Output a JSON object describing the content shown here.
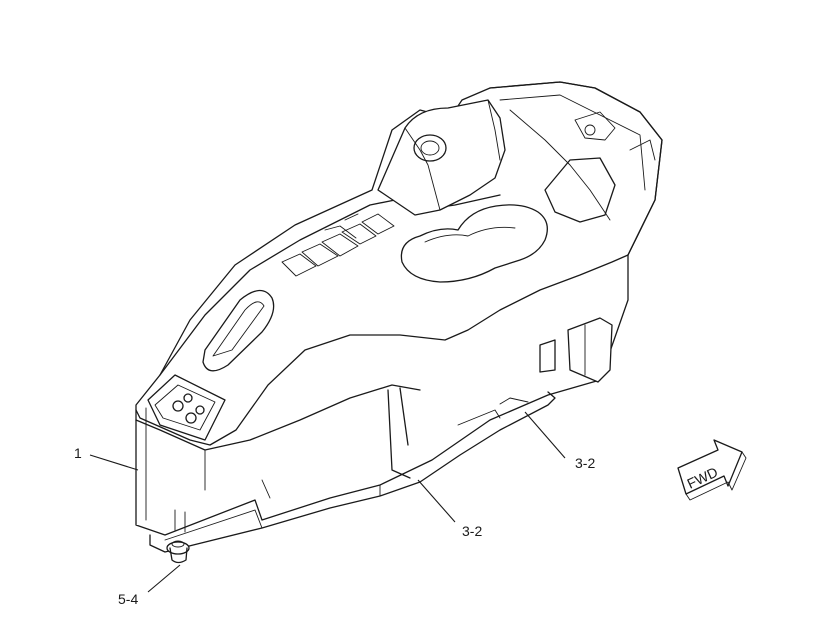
{
  "callouts": {
    "part_1": "1",
    "part_3_2_upper": "3-2",
    "part_3_2_lower": "3-2",
    "part_5_4": "5-4"
  },
  "direction_arrow": {
    "label": "FWD"
  },
  "colors": {
    "line": "#1a1a1a",
    "background": "#ffffff"
  }
}
